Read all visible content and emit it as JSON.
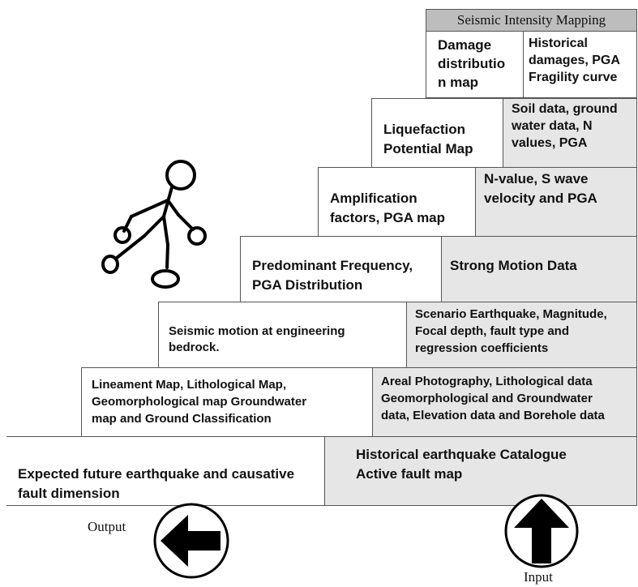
{
  "header": "Seismic Intensity Mapping",
  "steps": [
    {
      "output": "Damage\ndistributio\nn map",
      "input": "Historical\ndamages, PGA\nFragility curve"
    },
    {
      "output": "Liquefaction\nPotential Map",
      "input": "Soil data, ground\nwater data, N\nvalues, PGA"
    },
    {
      "output": "Amplification\nfactors, PGA map",
      "input": "N-value, S wave\nvelocity and PGA"
    },
    {
      "output": "Predominant Frequency,\nPGA Distribution",
      "input": "Strong Motion Data"
    },
    {
      "output": "Seismic motion at engineering\nbedrock.",
      "input": "Scenario Earthquake, Magnitude,\nFocal depth, fault type and\nregression coefficients"
    },
    {
      "output": "Lineament Map, Lithological Map,\nGeomorphological map Groundwater\nmap and Ground Classification",
      "input": "Areal Photography, Lithological data\nGeomorphological and Groundwater\ndata, Elevation data and Borehole data"
    },
    {
      "output": "Expected future earthquake and causative\nfault dimension",
      "input": "Historical earthquake Catalogue\nActive fault map"
    }
  ],
  "legend": {
    "output_label": "Output",
    "input_label": "Input"
  }
}
